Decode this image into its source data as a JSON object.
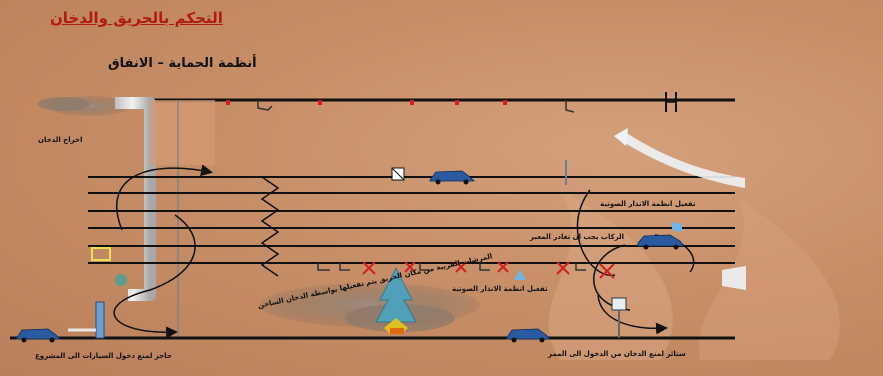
{
  "title": "التحكم بالحريق والدخان",
  "subtitle": "أنظمة الحماية – الانفاق",
  "labels": {
    "smoke_exhaust": "اخراج الدخان",
    "alarm_activation_right": "تفعيل انظمة الانذار الصوتية",
    "must_leave": "الركاب يجب ان تغادر المعبر",
    "alarm_activation_center": "تفعيل انظمة الانذار الصوتية",
    "nearby_sprinklers": "المرشات القريبة من مكان الحريق يتم تفعيلها بواسطة الدخان الساخن",
    "vehicle_barrier": "حاجز لمنع دخول السيارات الى المشروع",
    "smoke_curtain": "ستائر لمنع الدخان من الدخول الى الممر"
  },
  "colors": {
    "background": "#c8906a",
    "title": "#b21a12",
    "lines": "#111111",
    "sprinkler_red": "#d22020",
    "car_blue": "#2a5aa0",
    "fire_tree": "#4fa0b8",
    "smoke": "#8c7a6c"
  },
  "icons": [
    "sprinkler-head-icon",
    "car-icon",
    "x-mark-icon",
    "fire-icon",
    "smoke-icon",
    "exhaust-stack-icon",
    "fan-icon"
  ]
}
